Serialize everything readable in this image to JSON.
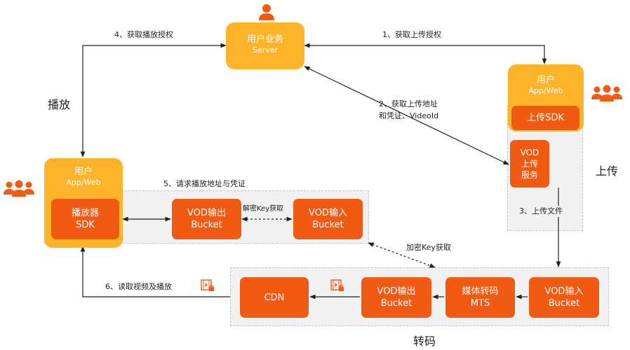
{
  "nodes": {
    "server": {
      "line1": "用户业务",
      "line2": "Server"
    },
    "user_upload": {
      "line1": "用户",
      "line2": "App/Web"
    },
    "user_play": {
      "line1": "用户",
      "line2": "App/Web"
    },
    "upload_sdk": {
      "label": "上传SDK"
    },
    "vod_upload_service": {
      "line1": "VOD",
      "line2": "上传",
      "line3": "服务"
    },
    "player_sdk": {
      "line1": "播放器",
      "line2": "SDK"
    },
    "vod_output_top": {
      "line1": "VOD输出",
      "line2": "Bucket"
    },
    "vod_input_top": {
      "line1": "VOD输入",
      "line2": "Bucket"
    },
    "cdn": {
      "label": "CDN"
    },
    "vod_output_bottom": {
      "line1": "VOD输出",
      "line2": "Bucket"
    },
    "mts": {
      "line1": "媒体转码",
      "line2": "MTS"
    },
    "vod_input_bottom": {
      "line1": "VOD输入",
      "line2": "Bucket"
    }
  },
  "steps": {
    "s1": "1、获取上传授权",
    "s2_line1": "2、获取上传地址",
    "s2_line2": "和凭证、VideoId",
    "s3": "3、上传文件",
    "s4": "4、获取播放授权",
    "s5": "5、请求播放地址与凭证",
    "s6": "6、读取视频及播放",
    "decrypt_key": "解密Key获取",
    "encrypt_key": "加密Key获取"
  },
  "sections": {
    "play": "播放",
    "upload": "上传",
    "transcode": "转码"
  },
  "colors": {
    "orange": "#f05a12",
    "yellow": "#fdb42a",
    "zone": "#f1f1f2"
  },
  "icons": [
    "person-icon",
    "group-icon",
    "video-lock-icon"
  ]
}
